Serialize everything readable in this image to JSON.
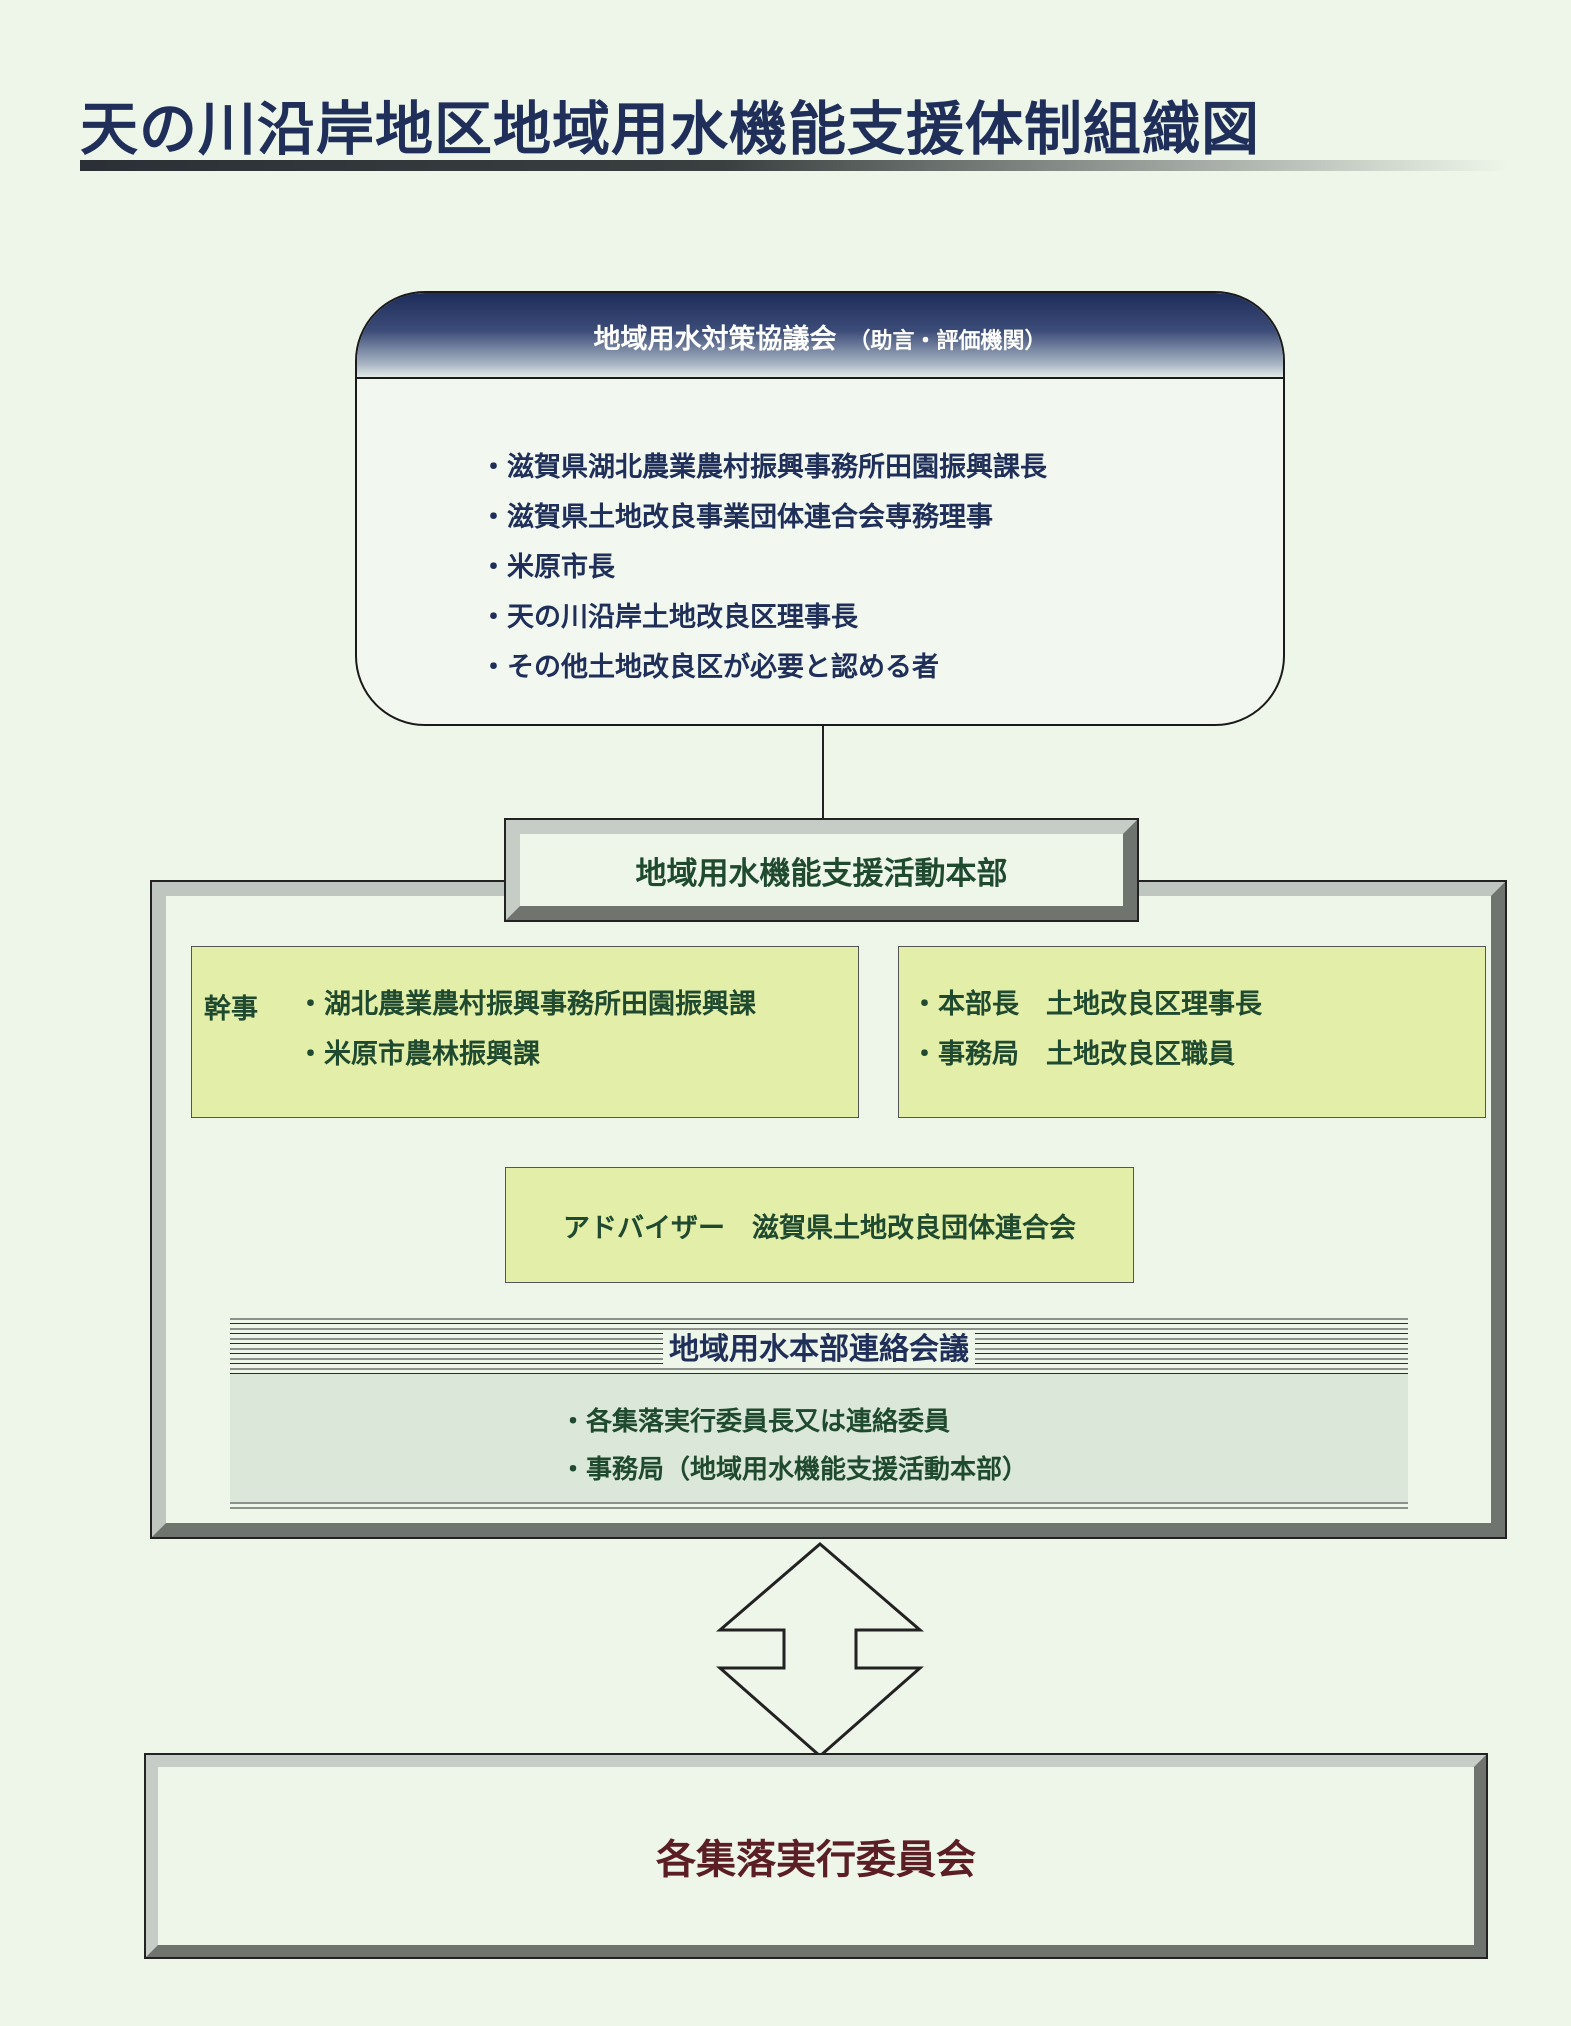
{
  "title": "天の川沿岸地区地域用水機能支援体制組織図",
  "council": {
    "title": "地域用水対策協議会",
    "subtitle": "（助言・評価機関）",
    "members": [
      "・滋賀県湖北農業農村振興事務所田園振興課長",
      "・滋賀県土地改良事業団体連合会専務理事",
      "・米原市長",
      "・天の川沿岸土地改良区理事長",
      "・その他土地改良区が必要と認める者"
    ]
  },
  "headquarters": {
    "title": "地域用水機能支援活動本部",
    "secretaries": {
      "label": "幹事",
      "items": [
        "・湖北農業農村振興事務所田園振興課",
        "・米原市農林振興課"
      ]
    },
    "leadership": [
      "・本部長　土地改良区理事長",
      "・事務局　土地改良区職員"
    ],
    "advisor": "アドバイザー　滋賀県土地改良団体連合会",
    "liaison": {
      "title": "地域用水本部連絡会議",
      "items": [
        "・各集落実行委員長又は連絡委員",
        "・事務局（地域用水機能支援活動本部）"
      ]
    }
  },
  "villages": {
    "title": "各集落実行委員会"
  }
}
